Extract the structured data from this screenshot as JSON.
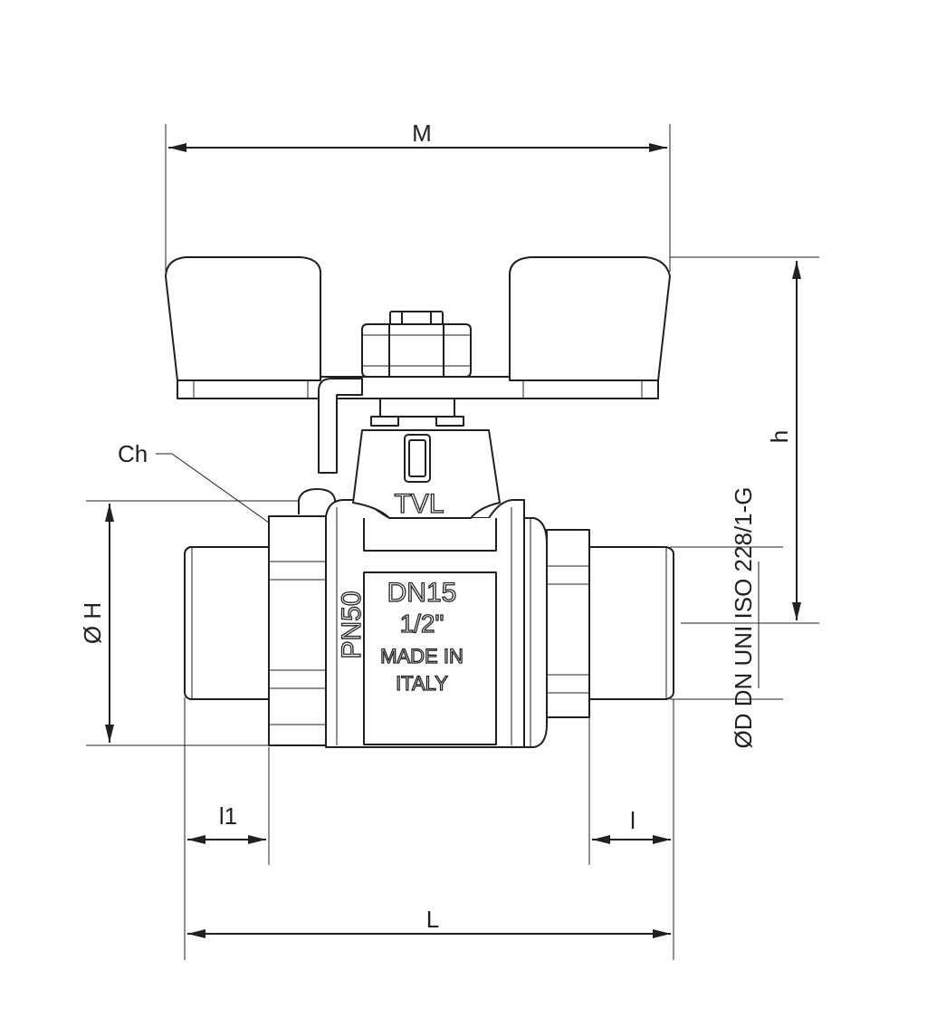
{
  "dimensions": {
    "m": "M",
    "h": "h",
    "ch": "Ch",
    "dia_h": "Ø H",
    "standard": "ØD DN UNI ISO 228/1-G",
    "l1": "l1",
    "l": "l",
    "L": "L"
  },
  "markings": {
    "brand": "TVL",
    "pressure": "PN50",
    "dn": "DN15",
    "size": "1/2\"",
    "made_in": "MADE IN",
    "country": "ITALY"
  },
  "colors": {
    "line": "#231f20",
    "background": "#ffffff"
  }
}
